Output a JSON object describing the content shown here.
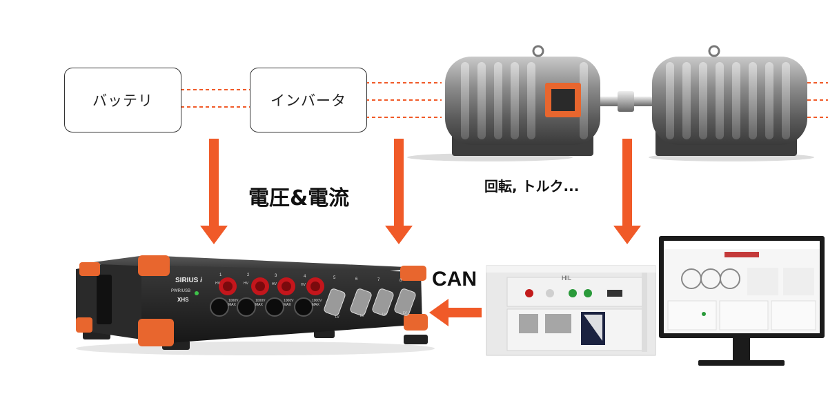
{
  "nodes": {
    "battery": "バッテリ",
    "inverter": "インバータ"
  },
  "labels": {
    "voltage_current": "電圧&電流",
    "rotation_torque": "回転, トルク...",
    "can": "CAN"
  },
  "device": {
    "brand": "SIRIUS",
    "brand_mark": "i",
    "pwr_label": "PWR/USB",
    "model": "XHS",
    "hv_channels": [
      "1",
      "2",
      "3",
      "4"
    ],
    "lv_channels": [
      "5",
      "6",
      "7",
      "8"
    ],
    "hv_label": "HV",
    "lv_label": "LV",
    "max_rating_1": "1000V",
    "max_rating_2": "MAX"
  },
  "hil": {
    "title": "HIL"
  },
  "colors": {
    "accent": "#F05A28",
    "dash": "#F05A28",
    "device_orange": "#E8662E"
  }
}
